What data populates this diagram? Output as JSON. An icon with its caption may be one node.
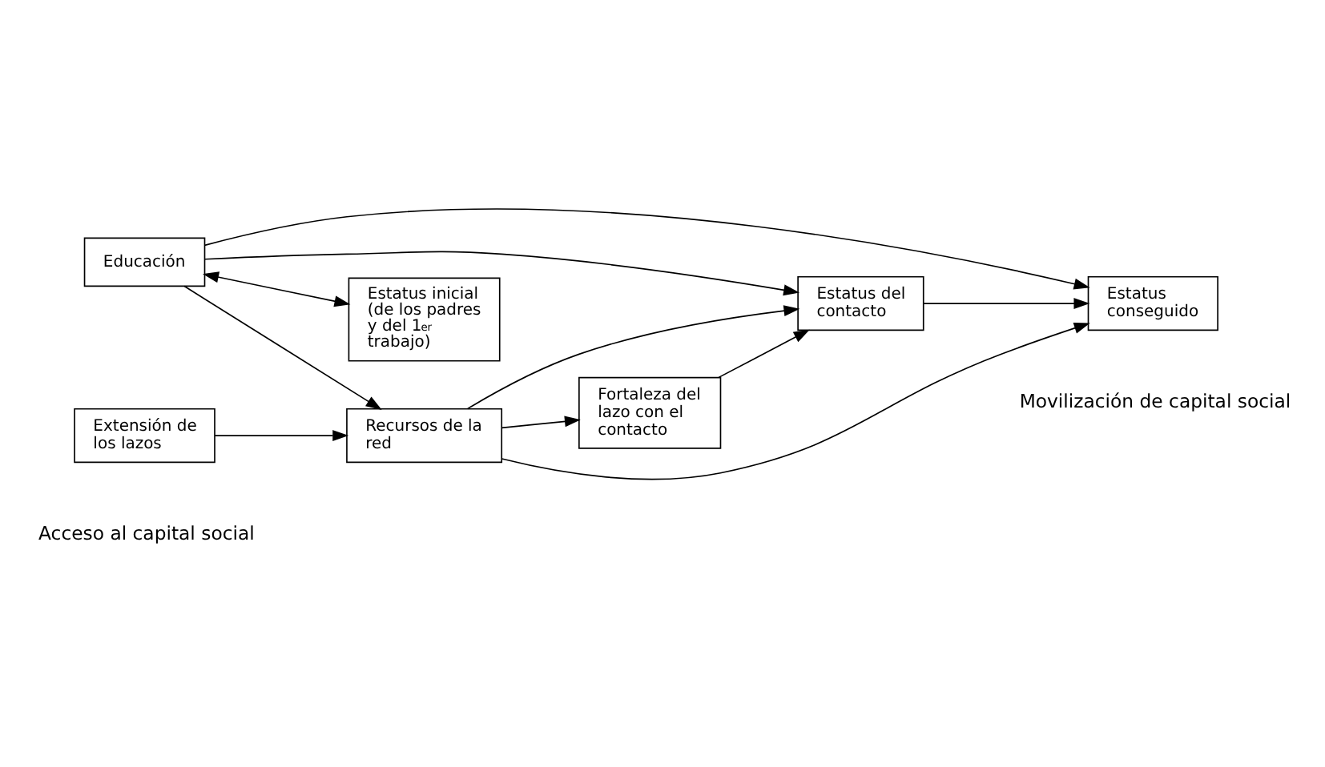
{
  "diagram": {
    "nodes": [
      {
        "text": [
          "Educación"
        ]
      },
      {
        "text": [
          "Estatus inicial (de los padres y del 1$^{er}$ trabajo)"
        ]
      },
      {
        "text": [
          "Estatus conseguido"
        ]
      },
      {
        "text": [
          "Recursos de la red"
        ]
      },
      {
        "text": [
          "Extensión de los lazos"
        ]
      },
      {
        "text": [
          "Fortaleza del lazo con el contacto"
        ]
      },
      {
        "text": [
          "Estatus del contacto"
        ]
      }
    ],
    "edges": [
      {
        "from": 0,
        "to": 1,
        "arrow": "both"
      },
      {
        "from": 0,
        "to": 2,
        "arrow": "to"
      },
      {
        "from": 0,
        "to": 3,
        "arrow": "to"
      },
      {
        "from": 0,
        "to": 6,
        "arrow": "to"
      },
      {
        "from": 3,
        "to": 2,
        "arrow": "to"
      },
      {
        "from": 3,
        "to": 5,
        "arrow": "to"
      },
      {
        "from": 3,
        "to": 6,
        "arrow": "to"
      },
      {
        "from": 4,
        "to": 3,
        "arrow": "to"
      },
      {
        "from": 5,
        "to": 6,
        "arrow": "to"
      },
      {
        "from": 6,
        "to": 2,
        "arrow": "to"
      }
    ],
    "labels": [
      "Acceso al capital social",
      "Movilización de capital social"
    ]
  }
}
